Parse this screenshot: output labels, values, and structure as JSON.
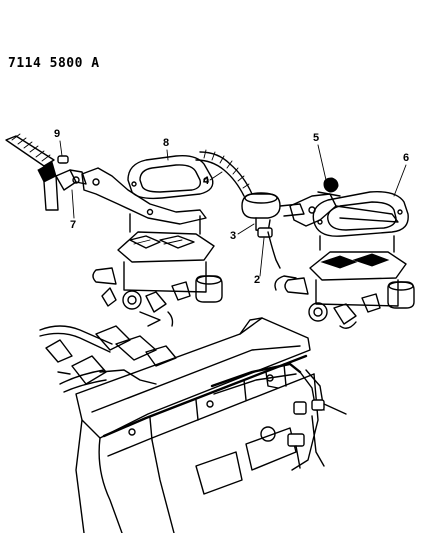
{
  "drawing_code": "7114 5800 A",
  "callouts": [
    "9",
    "8",
    "5",
    "6",
    "4",
    "3",
    "2",
    "7"
  ],
  "colors": {
    "ink": "#000000",
    "paper": "#ffffff"
  }
}
